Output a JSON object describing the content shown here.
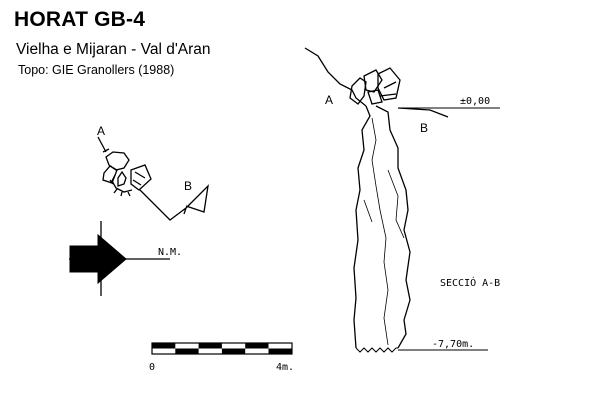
{
  "header": {
    "title": "HORAT GB-4",
    "subtitle": "Vielha e Mijaran - Val d'Aran",
    "credit": "Topo: GIE Granollers (1988)"
  },
  "plan_view": {
    "point_a": "A",
    "point_b": "B",
    "north_label": "N.M."
  },
  "section_view": {
    "point_a": "A",
    "point_b": "B",
    "top_level": "±0,00",
    "bottom_level": "-7,70m.",
    "section_label": "SECCIÓ A-B"
  },
  "scale_bar": {
    "start_label": "0",
    "end_label": "4m.",
    "segments": 6
  }
}
